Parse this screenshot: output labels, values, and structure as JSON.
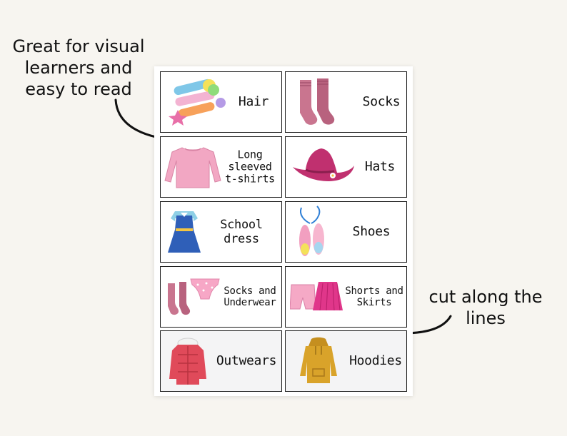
{
  "annotations": {
    "left": "Great for visual\nlearners and\neasy to read",
    "right": "cut along the\nlines"
  },
  "cards": [
    {
      "id": "hair",
      "label": "Hair",
      "icon": "hair-clips-icon"
    },
    {
      "id": "socks",
      "label": "Socks",
      "icon": "socks-icon"
    },
    {
      "id": "long-sleeved",
      "label": "Long\nsleeved\nt-shirts",
      "icon": "long-sleeve-shirt-icon"
    },
    {
      "id": "hats",
      "label": "Hats",
      "icon": "cowboy-hat-icon"
    },
    {
      "id": "school-dress",
      "label": "School dress",
      "icon": "school-dress-icon"
    },
    {
      "id": "shoes",
      "label": "Shoes",
      "icon": "ballet-shoes-icon"
    },
    {
      "id": "socks-underwear",
      "label": "Socks and\nUnderwear",
      "icon": "socks-underwear-icon"
    },
    {
      "id": "shorts-skirts",
      "label": "Shorts and\nSkirts",
      "icon": "shorts-skirt-icon"
    },
    {
      "id": "outwears",
      "label": "Outwears",
      "icon": "puffer-jacket-icon"
    },
    {
      "id": "hoodies",
      "label": "Hoodies",
      "icon": "hoodie-icon"
    }
  ],
  "colors": {
    "background": "#f7f5f0",
    "card_border": "#1a1a1a",
    "pink": "#e88fb4",
    "magenta": "#c0306f",
    "blue": "#2f5fb8",
    "mustard": "#d9a32a",
    "red_coat": "#e04a5a"
  }
}
